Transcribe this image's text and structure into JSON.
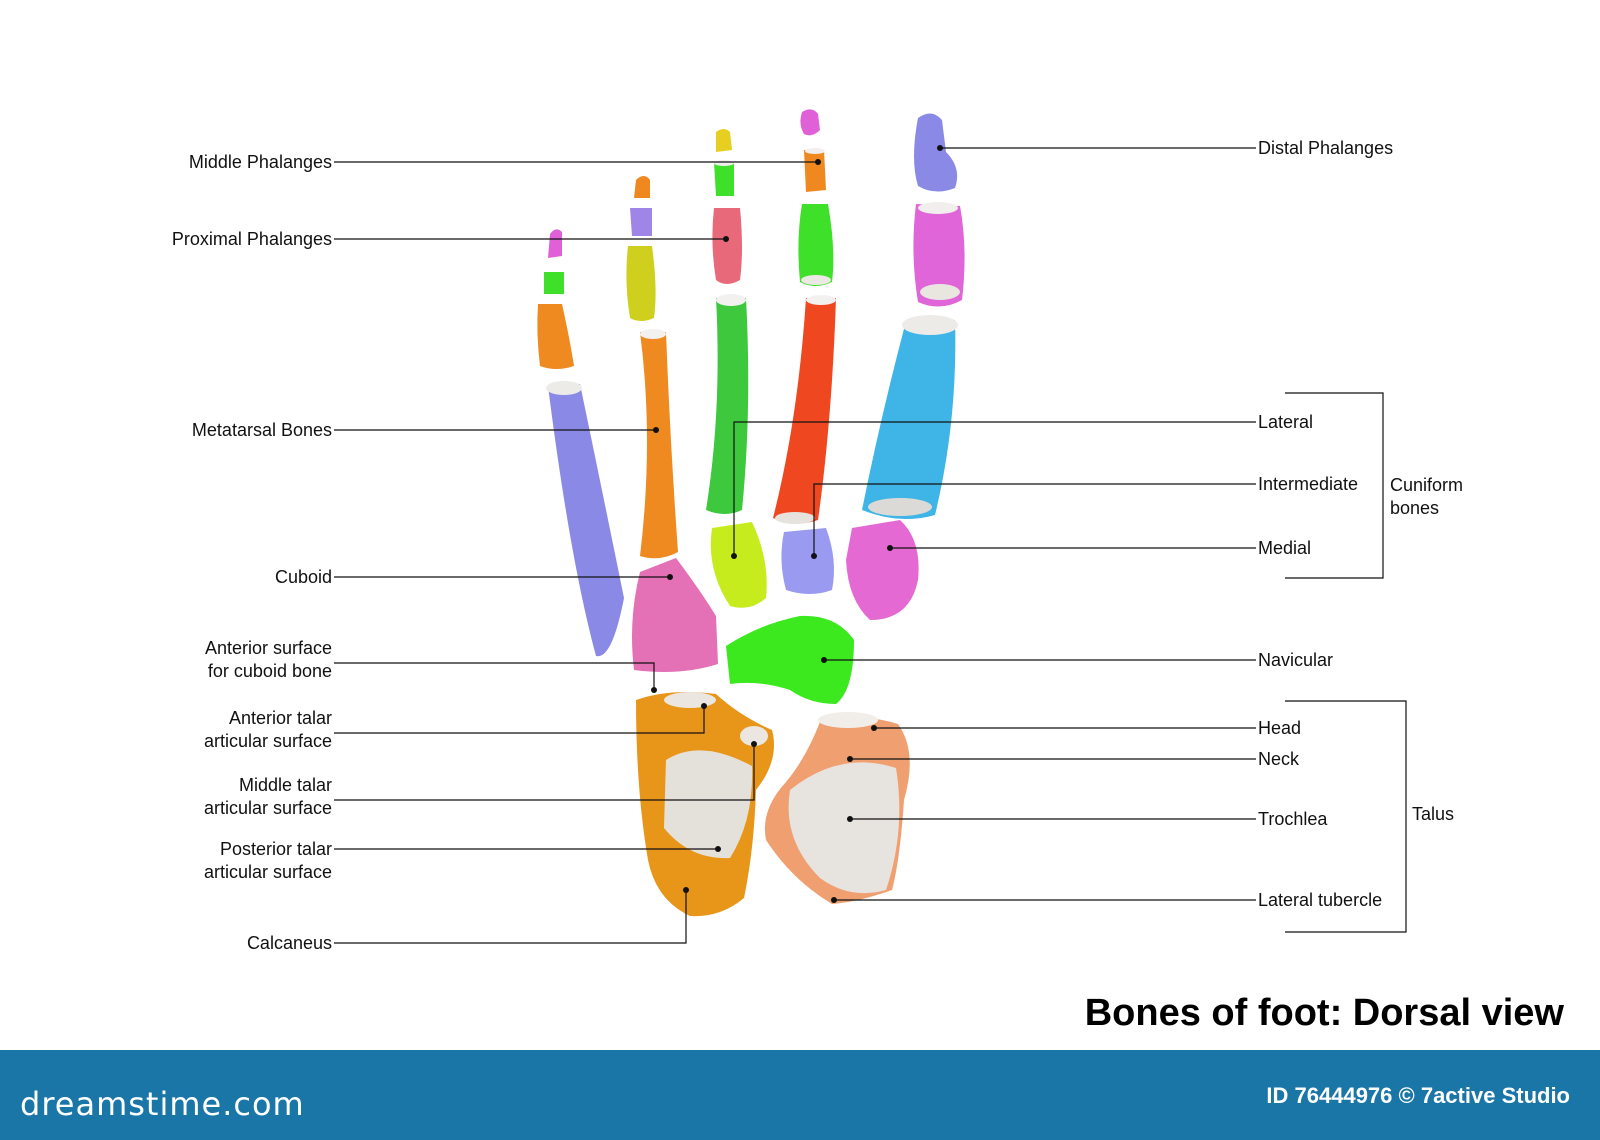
{
  "title": "Bones of foot: Dorsal view",
  "labels_left": {
    "middle_phalanges": "Middle Phalanges",
    "proximal_phalanges": "Proximal Phalanges",
    "metatarsal_bones": "Metatarsal Bones",
    "cuboid": "Cuboid",
    "anterior_surface_1": "Anterior surface",
    "anterior_surface_2": "for cuboid bone",
    "anterior_talar_1": "Anterior talar",
    "anterior_talar_2": "articular surface",
    "middle_talar_1": "Middle talar",
    "middle_talar_2": "articular surface",
    "posterior_talar_1": "Posterior talar",
    "posterior_talar_2": "articular surface",
    "calcaneus": "Calcaneus"
  },
  "labels_right": {
    "distal_phalanges": "Distal Phalanges",
    "lateral": "Lateral",
    "intermediate": "Intermediate",
    "medial": "Medial",
    "cuniform_1": "Cuniform",
    "cuniform_2": "bones",
    "navicular": "Navicular",
    "head": "Head",
    "neck": "Neck",
    "trochlea": "Trochlea",
    "lateral_tubercle": "Lateral tubercle",
    "talus": "Talus"
  },
  "footer": {
    "brand": "dreamstime.com",
    "stock_id": "ID 76444976 © 7active Studio"
  },
  "colors": {
    "footer_bar": "#1b76a8",
    "calcaneus": "#e8961a",
    "talus": "#f0a070",
    "navicular": "#3ce81e",
    "cuboid": "#e870b8",
    "medial_cuneiform": "#e66ad4",
    "intermediate_cuneiform": "#9c9cf0",
    "lateral_cuneiform": "#c8f020",
    "metatarsal_1": "#40b8e8",
    "metatarsal_2": "#f04a20",
    "metatarsal_3": "#40d040",
    "metatarsal_4": "#f08820",
    "metatarsal_5": "#8c8ce8"
  }
}
